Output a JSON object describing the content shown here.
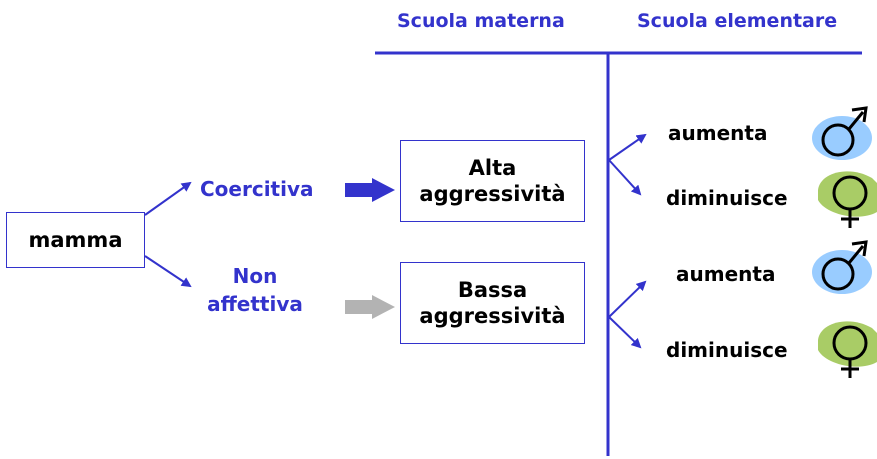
{
  "headers": {
    "materna": "Scuola materna",
    "elementare": "Scuola elementare"
  },
  "root": "mamma",
  "branches": {
    "coercitiva": "Coercitiva",
    "non_affettiva_line1": "Non",
    "non_affettiva_line2": "affettiva"
  },
  "boxes": {
    "alta_line1": "Alta",
    "alta_line2": "aggressività",
    "bassa_line1": "Bassa",
    "bassa_line2": "aggressività"
  },
  "outcomes": {
    "top_up": "aumenta",
    "top_down": "diminuisce",
    "bottom_up": "aumenta",
    "bottom_down": "diminuisce"
  },
  "colors": {
    "accent": "#3333cc",
    "gray_arrow": "#b3b3b3",
    "male_blob": "#99ccff",
    "female_blob": "#a9cc66"
  },
  "icons": [
    "male-symbol-icon",
    "female-symbol-icon"
  ]
}
